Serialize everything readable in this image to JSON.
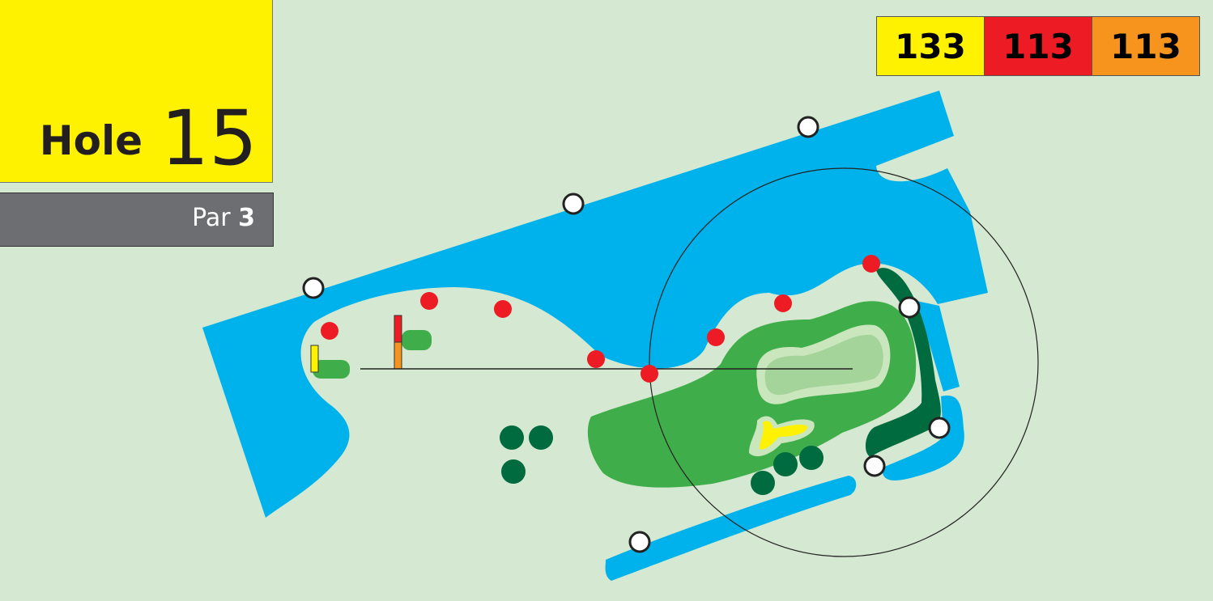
{
  "hole": {
    "label": "Hole",
    "number": "15"
  },
  "par": {
    "label": "Par",
    "value": "3"
  },
  "distances": [
    {
      "tee": "yellow",
      "value": "133",
      "color": "#fff200"
    },
    {
      "tee": "red",
      "value": "113",
      "color": "#ed1c24"
    },
    {
      "tee": "orange",
      "value": "113",
      "color": "#f7941d"
    }
  ],
  "colors": {
    "background": "#d5e8d1",
    "water": "#00b2eb",
    "fairway": "#3fae4a",
    "green": "#a5d49b",
    "trees": "#006b3f",
    "bunker": "#fff200",
    "hazard_marker_red": "#ed1c24",
    "boundary_marker": "#ffffff"
  }
}
